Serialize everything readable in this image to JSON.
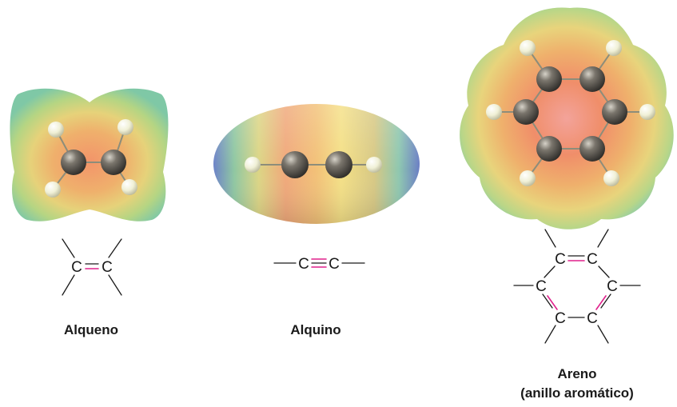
{
  "molecules": [
    {
      "id": "alkene",
      "caption_lines": [
        "Alqueno"
      ],
      "atom_labels": [
        "C",
        "C"
      ]
    },
    {
      "id": "alkyne",
      "caption_lines": [
        "Alquino"
      ],
      "atom_labels": [
        "C",
        "C"
      ]
    },
    {
      "id": "arene",
      "caption_lines": [
        "Areno",
        "(anillo aromático)"
      ],
      "atom_labels": [
        "C",
        "C",
        "C",
        "C",
        "C",
        "C"
      ]
    }
  ],
  "colors": {
    "pi_bond": "#e0208c",
    "sigma_bond": "#1a1a1a",
    "carbon_sphere": "#5a5650",
    "hydrogen_sphere": "#f2f2d8"
  }
}
